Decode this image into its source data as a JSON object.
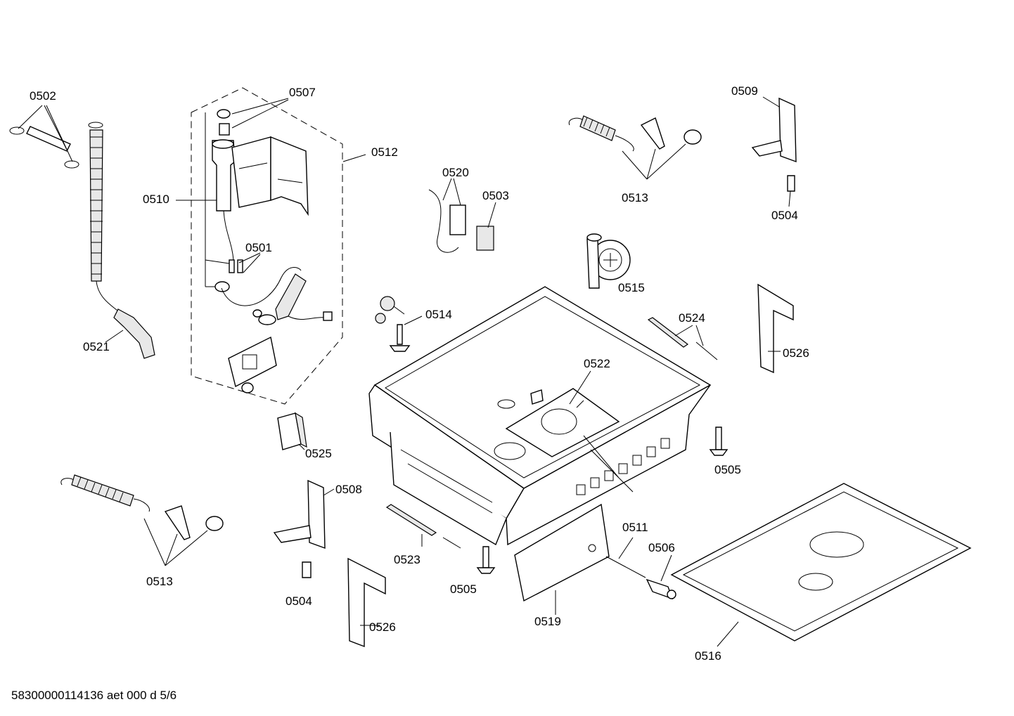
{
  "footer_text": "58300000114136 aet 000 d 5/6",
  "labels": {
    "p0502": "0502",
    "p0507": "0507",
    "p0512": "0512",
    "p0510": "0510",
    "p0501": "0501",
    "p0521": "0521",
    "p0520": "0520",
    "p0503": "0503",
    "p0513_top": "0513",
    "p0509": "0509",
    "p0504_top": "0504",
    "p0515": "0515",
    "p0514": "0514",
    "p0524": "0524",
    "p0526_right": "0526",
    "p0522": "0522",
    "p0525": "0525",
    "p0505_right": "0505",
    "p0508": "0508",
    "p0513_bottom": "0513",
    "p0504_bottom": "0504",
    "p0523": "0523",
    "p0505_bottom": "0505",
    "p0526_bottom": "0526",
    "p0511": "0511",
    "p0506": "0506",
    "p0519": "0519",
    "p0516": "0516"
  }
}
